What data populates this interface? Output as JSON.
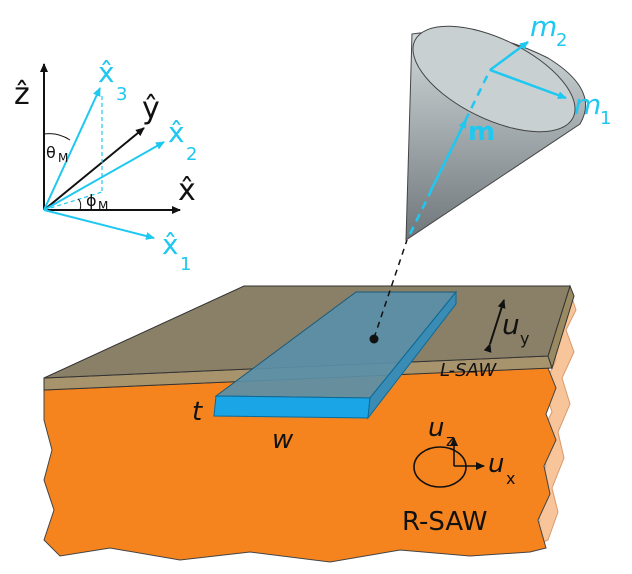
{
  "colors": {
    "cyan": "#1ec8f0",
    "black": "#111111",
    "substrate": "#f5841f",
    "substrate_side": "#f8c49a",
    "film_top": "#8a8068",
    "film_edge": "#a8946c",
    "stripe_top": "#5a8fa8",
    "stripe_side": "#1aa6e6",
    "cone_light": "#cfd6d8",
    "cone_dark": "#7c8488"
  },
  "axes": {
    "z": "ẑ",
    "y": "ŷ",
    "x": "x̂",
    "x1": "x̂",
    "x1_sub": "1",
    "x2": "x̂",
    "x2_sub": "2",
    "x3": "x̂",
    "x3_sub": "3",
    "theta": "θ",
    "theta_sub": "M",
    "phi": "ϕ",
    "phi_sub": "M"
  },
  "cone": {
    "m": "m",
    "m1": "m",
    "m1_sub": "1",
    "m2": "m",
    "m2_sub": "2"
  },
  "sample": {
    "uy": "u",
    "uy_sub": "y",
    "lsaw": "L-SAW",
    "t": "t",
    "w": "w",
    "uz": "u",
    "uz_sub": "z",
    "ux": "u",
    "ux_sub": "x",
    "rsaw": "R-SAW"
  }
}
